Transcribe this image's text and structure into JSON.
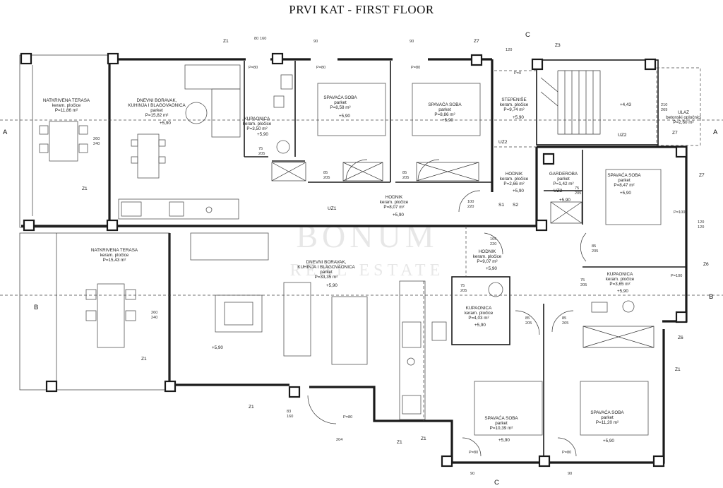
{
  "title": "PRVI KAT - FIRST FLOOR",
  "watermark": {
    "line1": "BONUM",
    "line2": "REAL ESTATE"
  },
  "rooms": [
    {
      "id": "terasa-1",
      "name": "NATKRIVENA TERASA",
      "sub": "keram. pločice",
      "area": "P=11,86 m²"
    },
    {
      "id": "boravak-1",
      "name": "DNEVNI BORAVAK,",
      "name2": "KUHINJA I BLAGOVAONICA",
      "sub": "parket",
      "area": "P=15,82 m²",
      "level": "+5,90"
    },
    {
      "id": "kupaonica-1",
      "name": "KUPAONICA",
      "sub": "keram. pločice",
      "area": "P=3,50 m²",
      "level": "+5,90"
    },
    {
      "id": "soba-1",
      "name": "SPAVAĆA SOBA",
      "sub": "parket",
      "area": "P=8,58 m²",
      "level": "+5,90"
    },
    {
      "id": "soba-2",
      "name": "SPAVAĆA SOBA",
      "sub": "parket",
      "area": "P=8,86 m²",
      "level": "+5,90"
    },
    {
      "id": "stepenise",
      "name": "STEPENIŠE",
      "sub": "keram. pločice",
      "area": "P=9,74 m²",
      "level": "+5,90"
    },
    {
      "id": "ulaz",
      "name": "ULAZ",
      "sub": "betonski opločnici",
      "area": "P=2,60 m²"
    },
    {
      "id": "hodnik-1",
      "name": "HODNIK",
      "sub": "keram. pločice",
      "area": "P=8,07 m²",
      "level": "+5,90"
    },
    {
      "id": "hodnik-2",
      "name": "HODNIK",
      "sub": "keram. pločice",
      "area": "P=2,66 m²",
      "level": "+5,90"
    },
    {
      "id": "garderoba",
      "name": "GARDEROBA",
      "sub": "parket",
      "area": "P=1,42 m²",
      "level": "+5,90"
    },
    {
      "id": "soba-3",
      "name": "SPAVAĆA SOBA",
      "sub": "parket",
      "area": "P=8,47 m²",
      "level": "+5,90"
    },
    {
      "id": "terasa-2",
      "name": "NATKRIVENA TERASA",
      "sub": "keram. pločice",
      "area": "P=15,43 m²"
    },
    {
      "id": "boravak-2",
      "name": "DNEVNI BORAVAK,",
      "name2": "KUHINJA I BLAGOVAONICA",
      "sub": "parket",
      "area": "P=33,35 m²",
      "level": "+5,90"
    },
    {
      "id": "hodnik-3",
      "name": "HODNIK",
      "sub": "keram. pločice",
      "area": "P=9,07 m²",
      "level": "+5,90"
    },
    {
      "id": "kupaonica-2",
      "name": "KUPAONICA",
      "sub": "keram. pločice",
      "area": "P=4,03 m²",
      "level": "+5,90"
    },
    {
      "id": "kupaonica-3",
      "name": "KUPAONICA",
      "sub": "keram. pločice",
      "area": "P=3,65 m²",
      "level": "+5,90"
    },
    {
      "id": "soba-4",
      "name": "SPAVAĆA SOBA",
      "sub": "parket",
      "area": "P=10,39 m²",
      "level": "+5,90"
    },
    {
      "id": "soba-5",
      "name": "SPAVAĆA SOBA",
      "sub": "parket",
      "area": "P=11,20 m²",
      "level": "+5,90"
    }
  ],
  "axes": {
    "a": "A",
    "b": "B",
    "c": "C"
  },
  "tags": {
    "z1": "Z1",
    "z3": "Z3",
    "z6": "Z6",
    "z7": "Z7",
    "uz1": "UZ1",
    "uz2": "UZ2",
    "s1": "S1",
    "s2": "S2"
  },
  "levels": {
    "stair_top": "+4,43",
    "extra": "+5,90"
  },
  "dims": {
    "p80": "P=80",
    "p100": "P=100",
    "p0": "P=0",
    "d80": "80",
    "d160": "160",
    "d90": "90",
    "d120": "120",
    "d260": "260",
    "d240": "240",
    "d210": "210",
    "d269": "269",
    "d75": "75",
    "d205": "205",
    "d85": "85",
    "d100": "100",
    "d220": "220",
    "d83": "83",
    "d204": "204",
    "d105": "105"
  }
}
